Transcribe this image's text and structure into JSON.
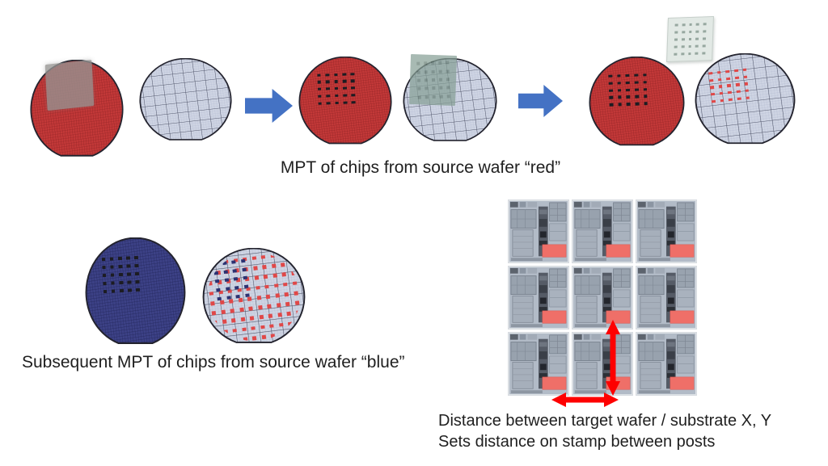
{
  "colors": {
    "background": "#ffffff",
    "text": "#1f1f1f",
    "red_wafer": "#c23838",
    "red_wafer_line": "#7c1a1c",
    "lavender_wafer": "#ced4e3",
    "lavender_fine_line": "#9aa1bd",
    "lavender_wafer_line": "#3f4459",
    "navy_wafer": "#3c4186",
    "navy_wafer_line": "#1b1e4e",
    "wafer_outline": "#23232e",
    "stamp_gray": "#969492",
    "stamp_green": "#87a096",
    "stamp_light": "#e2e9e5",
    "stamp_dot_gray": "#97a8a0",
    "stamp2_dot": "rgba(52,74,66,0.4)",
    "chip_dot_black": "#1c1c22",
    "chip_dot_red": "#e04848",
    "chip_dot_navy": "#2c3272",
    "flow_arrow_blue": "#4472c4",
    "measure_arrow_red": "#fe0000",
    "die_bg": "#b2bbc7",
    "die_red_block": "#ef6f68"
  },
  "captions": {
    "red_flow": "MPT of chips from source wafer “red”",
    "blue_flow": "Subsequent MPT of chips from source wafer “blue”",
    "distance_line1": "Distance between target wafer / substrate X, Y",
    "distance_line2": "Sets distance on stamp between posts"
  },
  "dot_grids": {
    "red_source_step2": {
      "rows": 5,
      "cols": 5,
      "color": "chip_dot_black",
      "tilt": -2
    },
    "red_source_step3": {
      "rows": 5,
      "cols": 5,
      "color": "chip_dot_black",
      "tilt": -2
    },
    "stamp_on_target": {
      "rows": 5,
      "cols": 5,
      "color": "stamp2_dot",
      "tilt": -4
    },
    "stamp_detached": {
      "rows": 5,
      "cols": 5,
      "color": "stamp_dot_gray",
      "tilt": 0
    },
    "target_step3_red": {
      "rows": 5,
      "cols": 5,
      "color": "chip_dot_red",
      "tilt": -6
    },
    "blue_source": {
      "rows": 5,
      "cols": 5,
      "color": "chip_dot_black",
      "tilt": -3
    },
    "blue_target_red": {
      "rows": 9,
      "cols": 10,
      "color": "chip_dot_red",
      "tilt": -7
    },
    "blue_target_navy": {
      "rows": 5,
      "cols": 4,
      "color": "chip_dot_navy",
      "tilt": -7
    }
  },
  "chip_grid": {
    "rows": 3,
    "cols": 3
  }
}
